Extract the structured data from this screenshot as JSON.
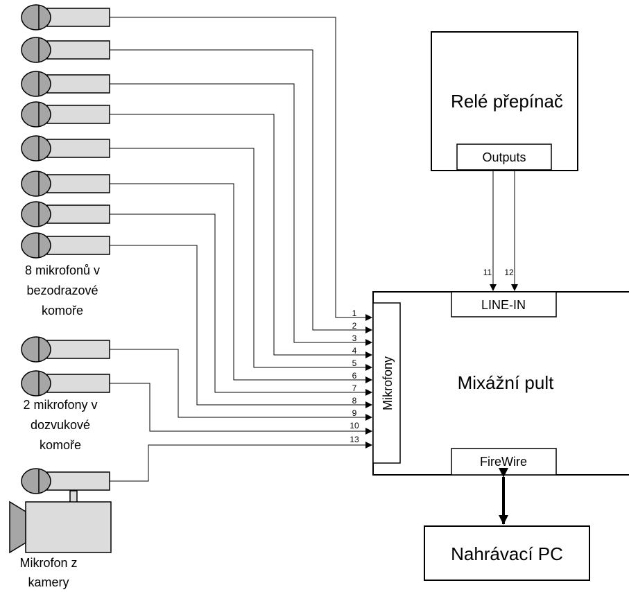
{
  "blocks": {
    "relay": "Relé přepínač",
    "relay_port": "Outputs",
    "mixer": "Mixážní pult",
    "mixer_line_in": "LINE-IN",
    "mixer_mic_port": "Mikrofony",
    "mixer_firewire": "FireWire",
    "pc": "Nahrávací PC"
  },
  "groups": {
    "anechoic": [
      "8 mikrofonů v",
      "bezodrazové",
      "komoře"
    ],
    "reverb": [
      "2 mikrofony v",
      "dozvukové",
      "komoře"
    ],
    "camera": [
      "Mikrofon z",
      "kamery"
    ]
  },
  "mic_channels": [
    "1",
    "2",
    "3",
    "4",
    "5",
    "6",
    "7",
    "8",
    "9",
    "10",
    "13"
  ],
  "line_in_channels": [
    "11",
    "12"
  ],
  "icons": {
    "microphone": "microphone-icon",
    "camera": "camera-icon"
  }
}
